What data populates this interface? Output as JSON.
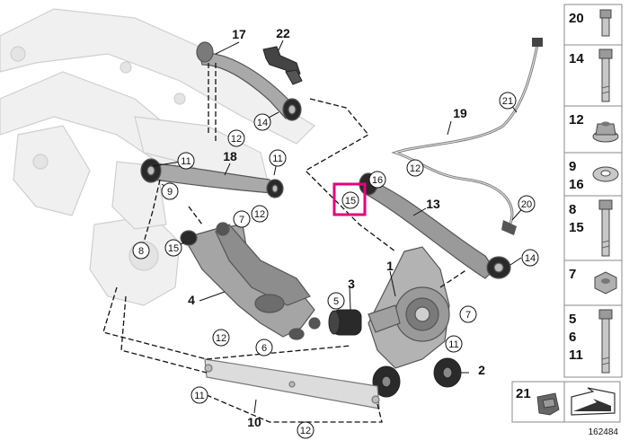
{
  "diagram": {
    "highlight_color": "#e6007e",
    "highlighted_callout": "15",
    "plain_callouts": [
      "17",
      "22",
      "18",
      "19",
      "13",
      "1",
      "3",
      "2",
      "4",
      "10"
    ],
    "circle_callouts": [
      "12",
      "14",
      "11",
      "11",
      "9",
      "7",
      "12",
      "8",
      "15",
      "16",
      "12",
      "21",
      "20",
      "14",
      "5",
      "7",
      "6",
      "11",
      "12",
      "11",
      "12"
    ],
    "parts_legend": [
      {
        "numbers": [
          "20"
        ],
        "icon": "short-bolt-icon"
      },
      {
        "numbers": [
          "14"
        ],
        "icon": "long-bolt-icon"
      },
      {
        "numbers": [
          "12"
        ],
        "icon": "flange-nut-icon"
      },
      {
        "numbers": [
          "9",
          "16"
        ],
        "icon": "washer-icon"
      },
      {
        "numbers": [
          "8",
          "15"
        ],
        "icon": "long-bolt-icon"
      },
      {
        "numbers": [
          "7"
        ],
        "icon": "hex-nut-icon"
      },
      {
        "numbers": [
          "5",
          "6",
          "11"
        ],
        "icon": "long-bolt-icon"
      }
    ],
    "bottom_legend": {
      "number": "21",
      "icon": "clip-icon",
      "arrow_icon": "arrow-icon"
    },
    "document_number": "162484"
  }
}
